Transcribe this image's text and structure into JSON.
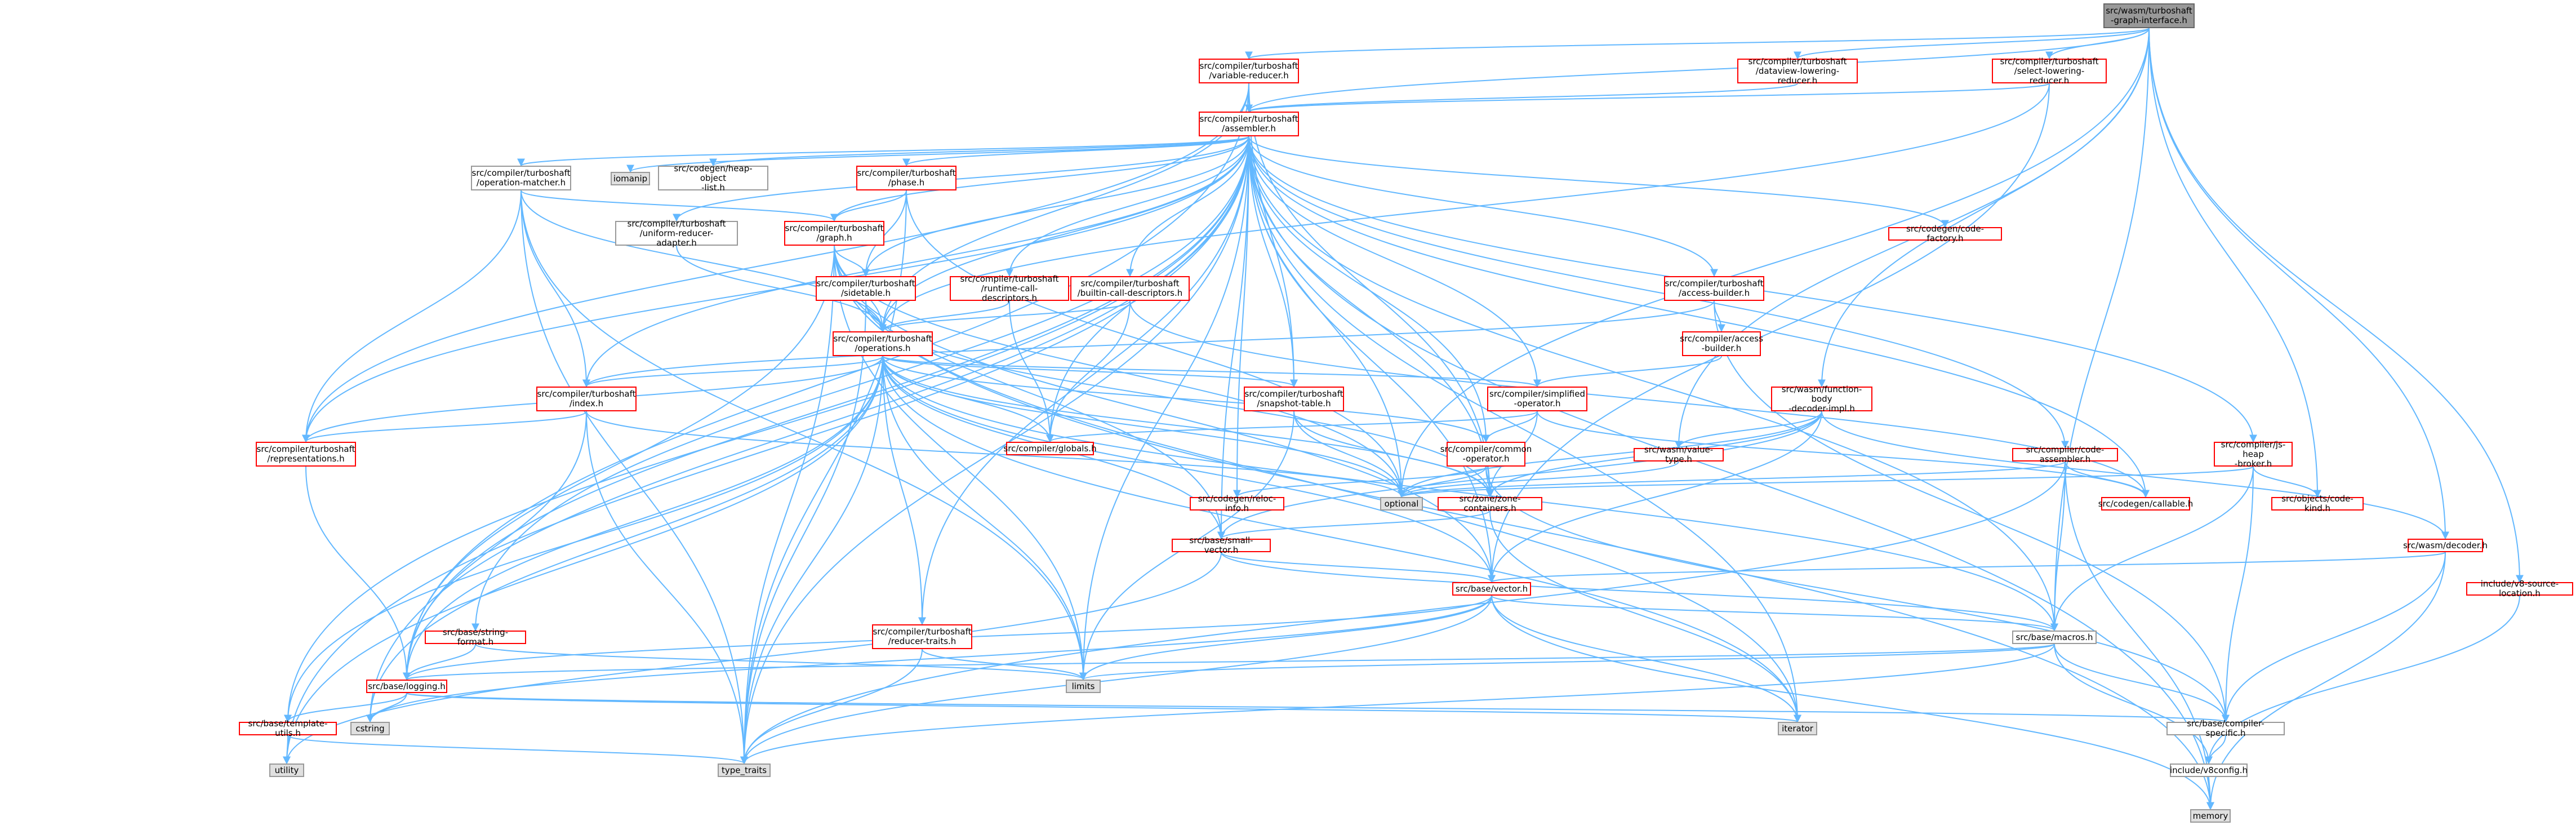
{
  "colors": {
    "edge": "#63b8ff",
    "red_border": "#ff0000",
    "gray_border": "#999999",
    "gray_fill": "#e0e0e0",
    "root_fill": "#999999"
  },
  "nodes": {
    "wasm_turboshaft_graph_interface": "src/wasm/turboshaft\n-graph-interface.h",
    "variable_reducer": "src/compiler/turboshaft\n/variable-reducer.h",
    "datavew_lowering_reducer": "src/compiler/turboshaft\n/dataview-lowering-reducer.h",
    "select_lowering_reducer": "src/compiler/turboshaft\n/select-lowering-reducer.h",
    "assembler": "src/compiler/turboshaft\n/assembler.h",
    "operation_matcher": "src/compiler/turboshaft\n/operation-matcher.h",
    "iomanip": "iomanip",
    "heap_object_list": "src/codegen/heap-object\n-list.h",
    "phase": "src/compiler/turboshaft\n/phase.h",
    "uniform_reducer_adapter": "src/compiler/turboshaft\n/uniform-reducer-adapter.h",
    "graph": "src/compiler/turboshaft\n/graph.h",
    "code_factory": "src/codegen/code-factory.h",
    "sidetable": "src/compiler/turboshaft\n/sidetable.h",
    "runtime_call_descriptors": "src/compiler/turboshaft\n/runtime-call-descriptors.h",
    "builtin_call_descriptors": "src/compiler/turboshaft\n/builtin-call-descriptors.h",
    "access_builder_ts": "src/compiler/turboshaft\n/access-builder.h",
    "operations": "src/compiler/turboshaft\n/operations.h",
    "access_builder": "src/compiler/access\n-builder.h",
    "index": "src/compiler/turboshaft\n/index.h",
    "snapshot_table": "src/compiler/turboshaft\n/snapshot-table.h",
    "simplified_operator": "src/compiler/simplified\n-operator.h",
    "function_body_decoder_impl": "src/wasm/function-body\n-decoder-impl.h",
    "js_heap_broker": "src/compiler/js-heap\n-broker.h",
    "representations": "src/compiler/turboshaft\n/representations.h",
    "globals": "src/compiler/globals.h",
    "common_operator": "src/compiler/common\n-operator.h",
    "value_type": "src/wasm/value-type.h",
    "code_assembler": "src/compiler/code-assembler.h",
    "optional": "optional",
    "zone_containers": "src/zone/zone-containers.h",
    "callable": "src/codegen/callable.h",
    "code_kind": "src/objects/code-kind.h",
    "reloc_info": "src/codegen/reloc-info.h",
    "small_vector": "src/base/small-vector.h",
    "decoder": "src/wasm/decoder.h",
    "vector": "src/base/vector.h",
    "v8_source_location": "include/v8-source-location.h",
    "string_format": "src/base/string-format.h",
    "reducer_traits": "src/compiler/turboshaft\n/reducer-traits.h",
    "macros": "src/base/macros.h",
    "logging": "src/base/logging.h",
    "limits": "limits",
    "template_utils": "src/base/template-utils.h",
    "cstring": "cstring",
    "iterator": "iterator",
    "compiler_specific": "src/base/compiler-specific.h",
    "utility": "utility",
    "type_traits": "type_traits",
    "v8config": "include/v8config.h",
    "memory": "memory"
  }
}
